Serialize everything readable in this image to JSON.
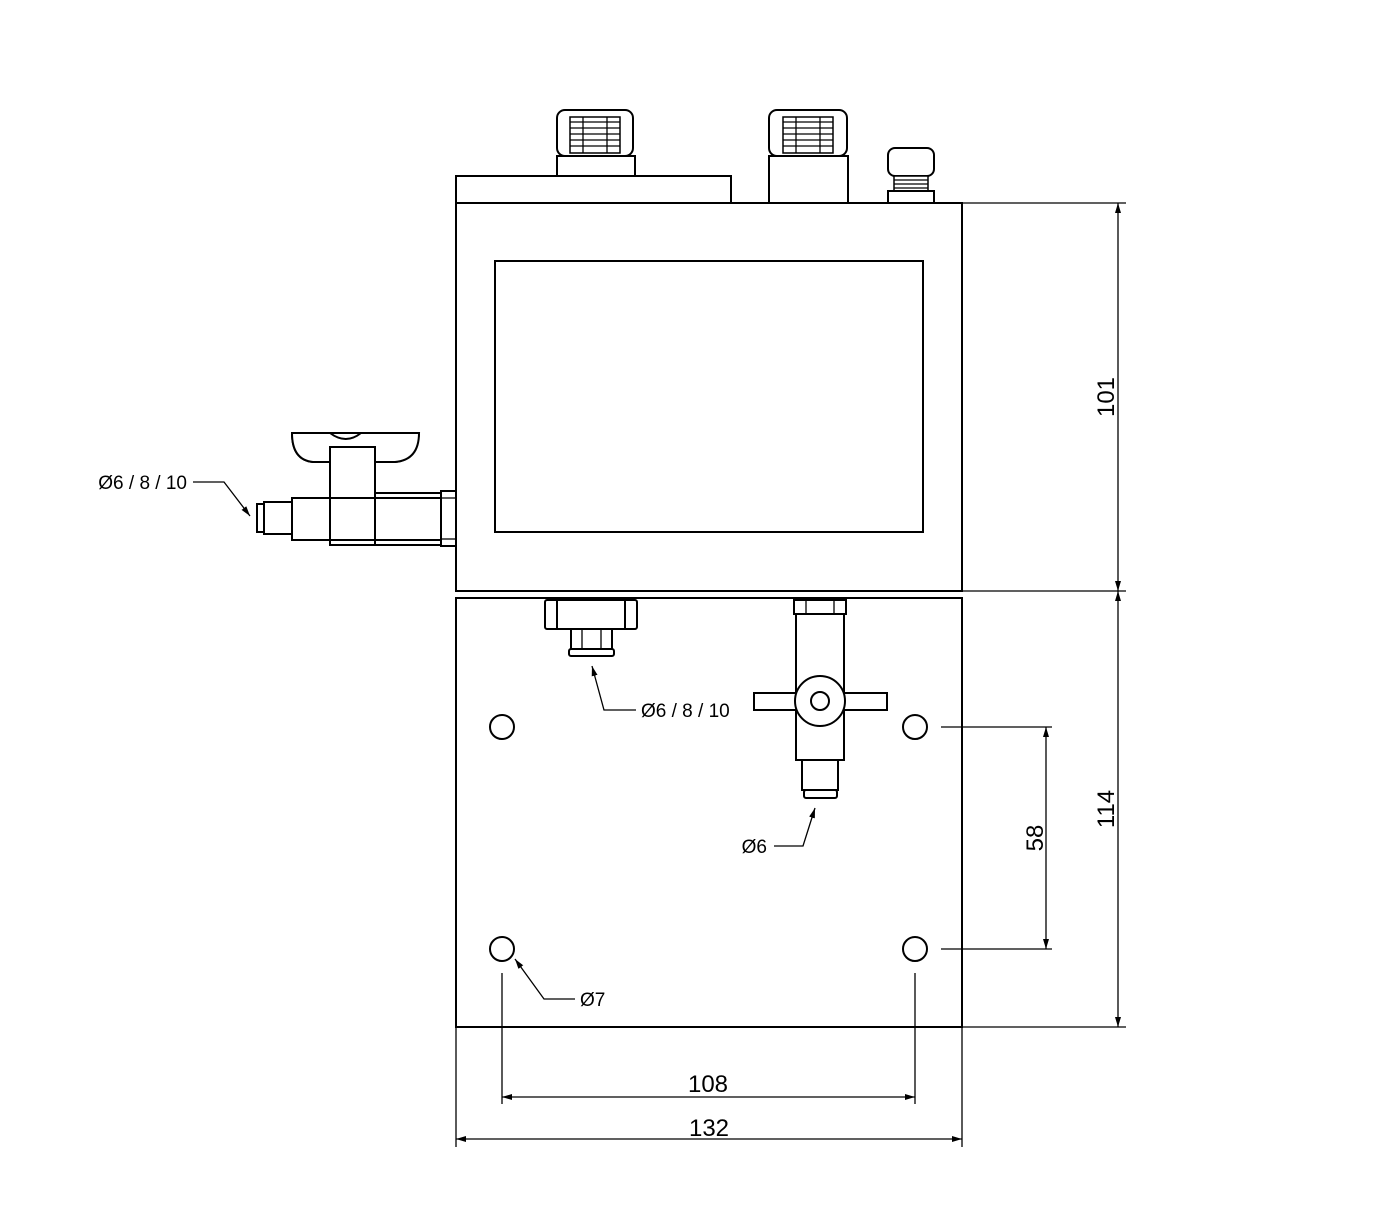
{
  "dimensions": {
    "top_height": "101",
    "bottom_height": "114",
    "hole_vertical_spacing": "58",
    "hole_horizontal_spacing": "108",
    "overall_width": "132"
  },
  "callouts": {
    "left_valve_tube": "Ø6 / 8 / 10",
    "bottom_fitting_tube": "Ø6 / 8 / 10",
    "bottom_valve_tube": "Ø6",
    "mounting_hole": "Ø7"
  }
}
